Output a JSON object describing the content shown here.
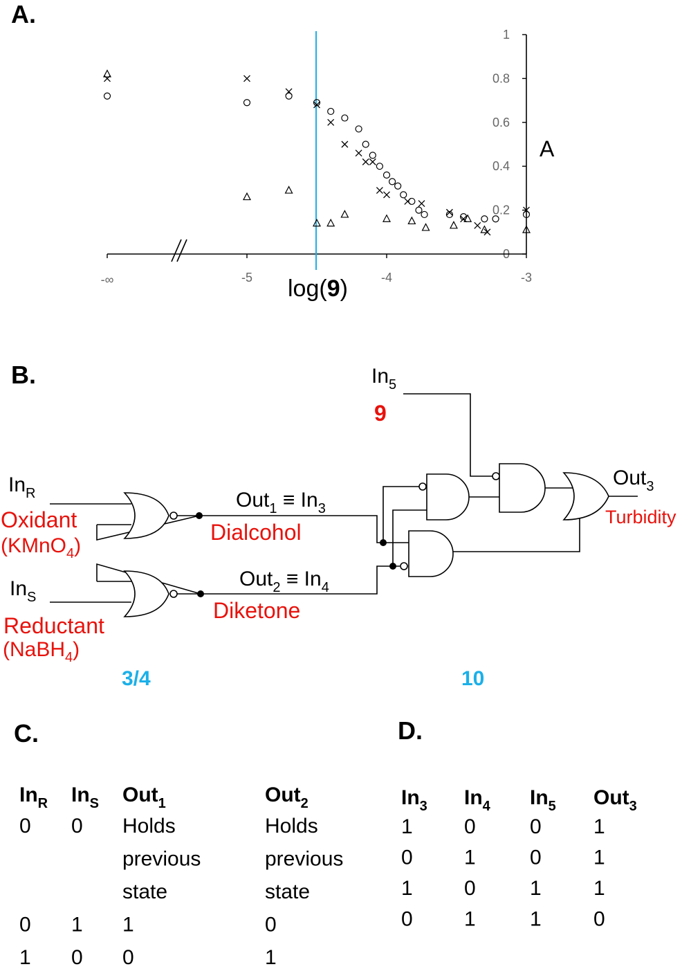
{
  "panels": {
    "a": "A.",
    "b": "B.",
    "c": "C.",
    "d": "D."
  },
  "chart_data": {
    "type": "scatter",
    "ylabel": "A",
    "xlabel": "",
    "ylim": [
      0,
      1
    ],
    "y_ticks": [
      "0",
      "0.2",
      "0.4",
      "0.6",
      "0.8",
      "1"
    ],
    "x_ticks": [
      {
        "value": "-inf",
        "label": "-∞"
      },
      {
        "value": -5,
        "label": "-5"
      },
      {
        "value": -4,
        "label": "-4"
      },
      {
        "value": -3,
        "label": "-3"
      }
    ],
    "axis_break": true,
    "marker": {
      "value": -4.5,
      "label_pre": "log(",
      "label_bold": "9",
      "label_post": ")",
      "color": "#1bb0e8"
    },
    "series": [
      {
        "marker": "x",
        "points": [
          {
            "x": "-inf",
            "y": 0.8
          },
          {
            "x": -5.0,
            "y": 0.8
          },
          {
            "x": -4.7,
            "y": 0.74
          },
          {
            "x": -4.5,
            "y": 0.68
          },
          {
            "x": -4.4,
            "y": 0.6
          },
          {
            "x": -4.3,
            "y": 0.5
          },
          {
            "x": -4.2,
            "y": 0.46
          },
          {
            "x": -4.15,
            "y": 0.42
          },
          {
            "x": -4.1,
            "y": 0.42
          },
          {
            "x": -4.05,
            "y": 0.29
          },
          {
            "x": -4.0,
            "y": 0.27
          },
          {
            "x": -3.85,
            "y": 0.24
          },
          {
            "x": -3.75,
            "y": 0.23
          },
          {
            "x": -3.55,
            "y": 0.19
          },
          {
            "x": -3.45,
            "y": 0.16
          },
          {
            "x": -3.35,
            "y": 0.13
          },
          {
            "x": -3.28,
            "y": 0.1
          },
          {
            "x": -3.0,
            "y": 0.2
          }
        ]
      },
      {
        "marker": "o",
        "points": [
          {
            "x": "-inf",
            "y": 0.72
          },
          {
            "x": -5.0,
            "y": 0.69
          },
          {
            "x": -4.7,
            "y": 0.72
          },
          {
            "x": -4.5,
            "y": 0.69
          },
          {
            "x": -4.4,
            "y": 0.65
          },
          {
            "x": -4.3,
            "y": 0.62
          },
          {
            "x": -4.2,
            "y": 0.57
          },
          {
            "x": -4.15,
            "y": 0.5
          },
          {
            "x": -4.1,
            "y": 0.45
          },
          {
            "x": -4.05,
            "y": 0.4
          },
          {
            "x": -4.0,
            "y": 0.36
          },
          {
            "x": -3.96,
            "y": 0.33
          },
          {
            "x": -3.92,
            "y": 0.31
          },
          {
            "x": -3.88,
            "y": 0.27
          },
          {
            "x": -3.82,
            "y": 0.24
          },
          {
            "x": -3.77,
            "y": 0.2
          },
          {
            "x": -3.73,
            "y": 0.18
          },
          {
            "x": -3.55,
            "y": 0.18
          },
          {
            "x": -3.45,
            "y": 0.17
          },
          {
            "x": -3.3,
            "y": 0.16
          },
          {
            "x": -3.22,
            "y": 0.16
          },
          {
            "x": -3.0,
            "y": 0.18
          }
        ]
      },
      {
        "marker": "triangle",
        "points": [
          {
            "x": "-inf",
            "y": 0.82
          },
          {
            "x": -5.0,
            "y": 0.26
          },
          {
            "x": -4.7,
            "y": 0.29
          },
          {
            "x": -4.5,
            "y": 0.14
          },
          {
            "x": -4.4,
            "y": 0.14
          },
          {
            "x": -4.3,
            "y": 0.18
          },
          {
            "x": -4.0,
            "y": 0.16
          },
          {
            "x": -3.82,
            "y": 0.15
          },
          {
            "x": -3.72,
            "y": 0.12
          },
          {
            "x": -3.52,
            "y": 0.13
          },
          {
            "x": -3.42,
            "y": 0.16
          },
          {
            "x": -3.3,
            "y": 0.11
          },
          {
            "x": -3.0,
            "y": 0.11
          }
        ]
      }
    ]
  },
  "circuit": {
    "in_r": {
      "base": "In",
      "sub": "R"
    },
    "in_s": {
      "base": "In",
      "sub": "S"
    },
    "in_5": {
      "base": "In",
      "sub": "5"
    },
    "oxidant": "Oxidant",
    "oxidant_formula": {
      "pre": "(KMnO",
      "sub": "4",
      "post": ")"
    },
    "reductant": "Reductant",
    "reductant_formula": {
      "pre": "(NaBH",
      "sub": "4",
      "post": ")"
    },
    "out1": {
      "base": "Out",
      "sub": "1",
      "eq": " ≡ In",
      "sub2": "3"
    },
    "out2": {
      "base": "Out",
      "sub": "2",
      "eq": " ≡ In",
      "sub2": "4"
    },
    "out3": {
      "base": "Out",
      "sub": "3"
    },
    "dialcohol": "Dialcohol",
    "diketone": "Diketone",
    "turbidity": "Turbidity",
    "compound_9": "9",
    "compound_34": "3/4",
    "compound_10": "10"
  },
  "table_c": {
    "headers": [
      {
        "base": "In",
        "sub": "R"
      },
      {
        "base": "In",
        "sub": "S"
      },
      {
        "base": "Out",
        "sub": "1"
      },
      {
        "base": "Out",
        "sub": "2"
      }
    ],
    "rows": [
      [
        "0",
        "0",
        "Holds",
        "Holds"
      ],
      [
        "",
        "",
        "previous",
        "previous"
      ],
      [
        "",
        "",
        "state",
        "state"
      ],
      [
        "0",
        "1",
        "1",
        "0"
      ],
      [
        "1",
        "0",
        "0",
        "1"
      ]
    ]
  },
  "table_d": {
    "headers": [
      {
        "base": "In",
        "sub": "3"
      },
      {
        "base": "In",
        "sub": "4"
      },
      {
        "base": "In",
        "sub": "5"
      },
      {
        "base": "Out",
        "sub": "3"
      }
    ],
    "rows": [
      [
        "1",
        "0",
        "0",
        "1"
      ],
      [
        "0",
        "1",
        "0",
        "1"
      ],
      [
        "1",
        "0",
        "1",
        "1"
      ],
      [
        "0",
        "1",
        "1",
        "0"
      ]
    ]
  }
}
